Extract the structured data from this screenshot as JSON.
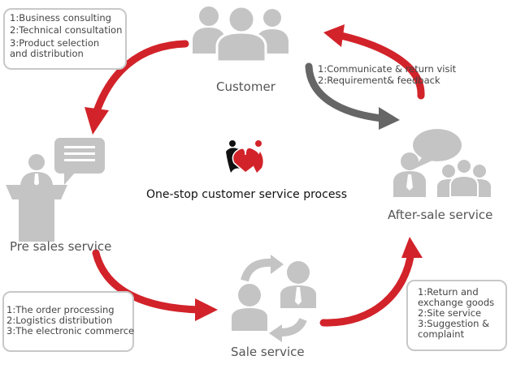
{
  "center": {
    "title": "One-stop customer service process",
    "logo": "heart-people-logo-icon"
  },
  "stages": {
    "customer": {
      "label": "Customer",
      "icon": "people-group-icon"
    },
    "pre_sales": {
      "label": "Pre sales service",
      "icon": "speaker-podium-icon"
    },
    "sale": {
      "label": "Sale service",
      "icon": "exchange-people-icon"
    },
    "after_sale": {
      "label": "After-sale service",
      "icon": "speech-group-icon"
    }
  },
  "boxes": {
    "customer_to_presales": {
      "items": [
        "1:Business consulting",
        "2:Technical consultation",
        "3:Product selection",
        "and distribution"
      ]
    },
    "presales_to_sale": {
      "items": [
        "1:The order processing",
        "2:Logistics distribution",
        "3:The electronic commerce"
      ]
    },
    "sale_to_aftersale": {
      "items": [
        "1:Return and",
        "exchange goods",
        "2:Site service",
        "3:Suggestion &",
        "complaint"
      ]
    }
  },
  "aftersale_customer_note": {
    "items": [
      "1:Communicate & return visit",
      "2:Requirement& feedback"
    ]
  },
  "colors": {
    "arrow_red": "#d2232a",
    "arrow_gray": "#666666",
    "icon_gray": "#c4c4c4",
    "box_border": "#c8c8c8"
  }
}
